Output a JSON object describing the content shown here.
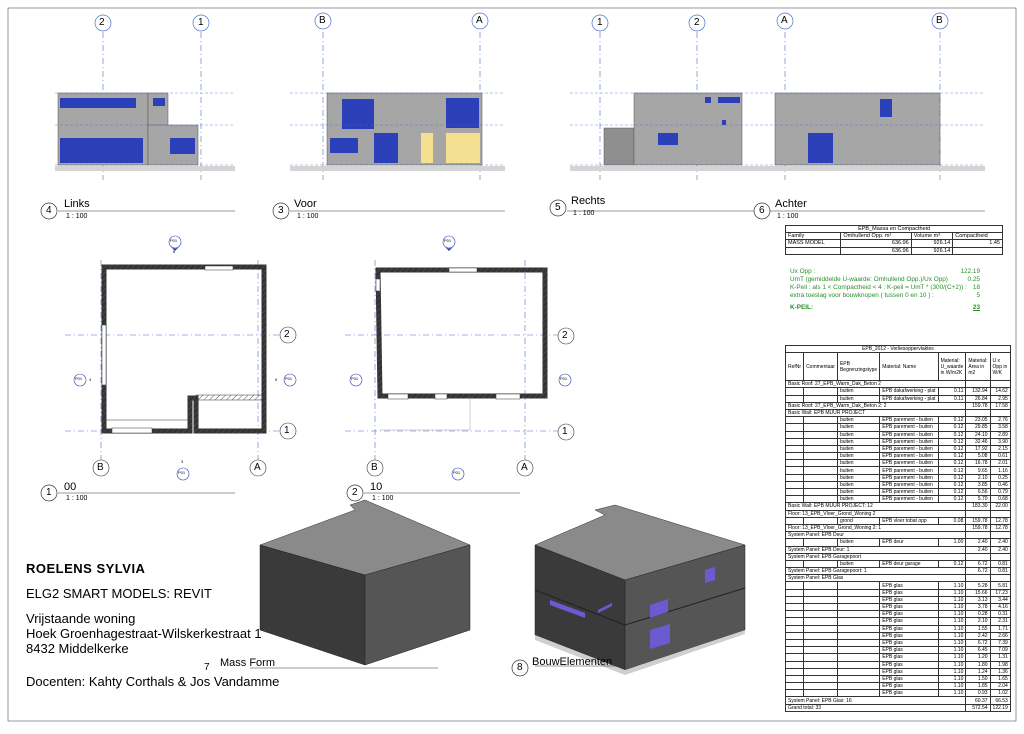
{
  "views": {
    "links": {
      "num": "4",
      "title": "Links",
      "scale": "1 : 100"
    },
    "voor": {
      "num": "3",
      "title": "Voor",
      "scale": "1 : 100"
    },
    "rechts": {
      "num": "5",
      "title": "Rechts",
      "scale": "1 : 100"
    },
    "achter": {
      "num": "6",
      "title": "Achter",
      "scale": "1 : 100"
    },
    "plan00": {
      "num": "1",
      "title": "00",
      "scale": "1 : 100"
    },
    "plan10": {
      "num": "2",
      "title": "10",
      "scale": "1 : 100"
    },
    "mass": {
      "num": "7",
      "title": "Mass Form"
    },
    "bouw": {
      "num": "8",
      "title": "BouwElementen"
    }
  },
  "grid_labels": {
    "links": [
      "2",
      "1"
    ],
    "voor": [
      "B",
      "A"
    ],
    "rechts": [
      "1",
      "2"
    ],
    "achter": [
      "A",
      "B"
    ],
    "plan_right": [
      "2",
      "1"
    ],
    "plan_bottom": [
      "B",
      "A"
    ],
    "sections": [
      "P01",
      "P01",
      "P01",
      "P01"
    ],
    "section_nums": [
      "6",
      "4",
      "5",
      "3"
    ]
  },
  "massa_table": {
    "title": "EPB_Massa en Compactheid",
    "headers": [
      "Family",
      "Omhullend Opp. m²",
      "Volume m³",
      "Compactheid"
    ],
    "rows": [
      [
        "MASS MODEL",
        "636.96",
        "926.14",
        "1.45"
      ],
      [
        "",
        "636.96",
        "926.14",
        ""
      ]
    ]
  },
  "kpeil": {
    "lines": [
      [
        "Ux Opp :",
        "122.19"
      ],
      [
        "UmT (gemiddelde U-waarde: Omhullend Opp.)/Ux Opp)",
        "0.25"
      ],
      [
        "K-Peil : als 1 < Compactheid < 4   : K-peil = UmT * (300/(C+2)) :",
        "18"
      ],
      [
        "extra toeslag voor bouwknopen ( tussen 0 en 10 ) :",
        "5"
      ]
    ],
    "result_label": "K-PEIL:",
    "result_value": "23"
  },
  "verlies_table": {
    "title": "EPB_2012 - Verliesoppervlaktes",
    "headers": [
      "RefNr",
      "Commentaar",
      "EPB Begrenzingstype",
      "Material: Name",
      "Material: U_waarde in W/m2K",
      "Material: Area in m2",
      "U x Opp in W/K"
    ],
    "rows": [
      [
        "Basic Roof: 27_EPB_Warm_Dak_Beton 2",
        "",
        "",
        "",
        "",
        "",
        ""
      ],
      [
        "",
        "",
        "buiten",
        "EPB dakafwerking - plat",
        "0.11",
        "132.94",
        "14.62"
      ],
      [
        "",
        "",
        "buiten",
        "EPB dakafwerking - plat",
        "0.11",
        "26.84",
        "2.95"
      ],
      [
        "Basic Roof: 27_EPB_Warm_Dak_Beton 2: 2",
        "",
        "",
        "",
        "",
        "159.78",
        "17.58"
      ],
      [
        "Basic Wall: EPB MUUR PROJECT",
        "",
        "",
        "",
        "",
        "",
        ""
      ],
      [
        "",
        "",
        "buiten",
        "EPB parement - buiten",
        "0.12",
        "23.05",
        "2.76"
      ],
      [
        "",
        "",
        "buiten",
        "EPB parement - buiten",
        "0.12",
        "29.85",
        "3.58"
      ],
      [
        "",
        "",
        "buiten",
        "EPB parement - buiten",
        "0.12",
        "24.10",
        "2.89"
      ],
      [
        "",
        "",
        "buiten",
        "EPB parement - buiten",
        "0.12",
        "32.46",
        "3.90"
      ],
      [
        "",
        "",
        "buiten",
        "EPB parement - buiten",
        "0.12",
        "17.92",
        "2.15"
      ],
      [
        "",
        "",
        "buiten",
        "EPB parement - buiten",
        "0.12",
        "5.08",
        "0.61"
      ],
      [
        "",
        "",
        "buiten",
        "EPB parement - buiten",
        "0.12",
        "16.78",
        "2.01"
      ],
      [
        "",
        "",
        "buiten",
        "EPB parement - buiten",
        "0.12",
        "9.65",
        "1.16"
      ],
      [
        "",
        "",
        "buiten",
        "EPB parement - buiten",
        "0.12",
        "2.10",
        "0.25"
      ],
      [
        "",
        "",
        "buiten",
        "EPB parement - buiten",
        "0.12",
        "3.85",
        "0.46"
      ],
      [
        "",
        "",
        "buiten",
        "EPB parement - buiten",
        "0.12",
        "6.56",
        "0.79"
      ],
      [
        "",
        "",
        "buiten",
        "EPB parement - buiten",
        "0.12",
        "5.70",
        "0.68"
      ],
      [
        "Basic Wall: EPB MUUR PROJECT: 12",
        "",
        "",
        "",
        "",
        "183.30",
        "22.00"
      ],
      [
        "Floor: 13_EPB_Vloer_Grond_Woning 2",
        "",
        "",
        "",
        "",
        "",
        ""
      ],
      [
        "",
        "",
        "grond",
        "EPB vloer tobat opp",
        "0.08",
        "159.78",
        "12.78"
      ],
      [
        "Floor: 13_EPB_Vloer_Grond_Woning 2: 1",
        "",
        "",
        "",
        "",
        "159.78",
        "12.78"
      ],
      [
        "System Panel: EPB Deur",
        "",
        "",
        "",
        "",
        "",
        ""
      ],
      [
        "",
        "",
        "buiten",
        "EPB deur",
        "1.00",
        "2.40",
        "2.40"
      ],
      [
        "System Panel: EPB Deur: 1",
        "",
        "",
        "",
        "",
        "2.40",
        "2.40"
      ],
      [
        "System Panel: EPB Garagepoort",
        "",
        "",
        "",
        "",
        "",
        ""
      ],
      [
        "",
        "",
        "buiten",
        "EPB deur garage",
        "0.12",
        "6.72",
        "0.81"
      ],
      [
        "System Panel: EPB Garagepoort: 1",
        "",
        "",
        "",
        "",
        "6.72",
        "0.81"
      ],
      [
        "System Panel: EPB Glas",
        "",
        "",
        "",
        "",
        "",
        ""
      ],
      [
        "",
        "",
        "",
        "EPB glas",
        "1.10",
        "5.28",
        "5.81"
      ],
      [
        "",
        "",
        "",
        "EPB glas",
        "1.10",
        "15.66",
        "17.23"
      ],
      [
        "",
        "",
        "",
        "EPB glas",
        "1.10",
        "3.13",
        "3.44"
      ],
      [
        "",
        "",
        "",
        "EPB glas",
        "1.10",
        "3.78",
        "4.16"
      ],
      [
        "",
        "",
        "",
        "EPB glas",
        "1.10",
        "0.28",
        "0.31"
      ],
      [
        "",
        "",
        "",
        "EPB glas",
        "1.10",
        "2.10",
        "2.31"
      ],
      [
        "",
        "",
        "",
        "EPB glas",
        "1.10",
        "1.55",
        "1.71"
      ],
      [
        "",
        "",
        "",
        "EPB glas",
        "1.10",
        "2.42",
        "2.66"
      ],
      [
        "",
        "",
        "",
        "EPB glas",
        "1.10",
        "6.72",
        "7.39"
      ],
      [
        "",
        "",
        "",
        "EPB glas",
        "1.10",
        "6.45",
        "7.09"
      ],
      [
        "",
        "",
        "",
        "EPB glas",
        "1.10",
        "1.20",
        "1.31"
      ],
      [
        "",
        "",
        "",
        "EPB glas",
        "1.10",
        "1.80",
        "1.98"
      ],
      [
        "",
        "",
        "",
        "EPB glas",
        "1.10",
        "1.24",
        "1.36"
      ],
      [
        "",
        "",
        "",
        "EPB glas",
        "1.10",
        "1.50",
        "1.65"
      ],
      [
        "",
        "",
        "",
        "EPB glas",
        "1.10",
        "1.85",
        "2.04"
      ],
      [
        "",
        "",
        "",
        "EPB glas",
        "1.10",
        "0.93",
        "1.02"
      ],
      [
        "System Panel: EPB Glas: 16",
        "",
        "",
        "",
        "",
        "60.37",
        "66.53"
      ],
      [
        "Grand total: 33",
        "",
        "",
        "",
        "",
        "572.54",
        "122.19"
      ]
    ]
  },
  "titleblock": {
    "name": "ROELENS SYLVIA",
    "course": "ELG2 SMART MODELS: REVIT",
    "project": "Vrijstaande woning",
    "address1": "Hoek Groenhagestraat-Wilskerkestraat 1",
    "address2": "8432 Middelkerke",
    "teachers": "Docenten: Kahty Corthals & Jos Vandamme"
  },
  "colors": {
    "grid": "#4a6fd0",
    "wall": "#a6a6a6",
    "window": "#2b3fb8",
    "door": "#f5df90",
    "kpeil": "#2a8f2a"
  }
}
